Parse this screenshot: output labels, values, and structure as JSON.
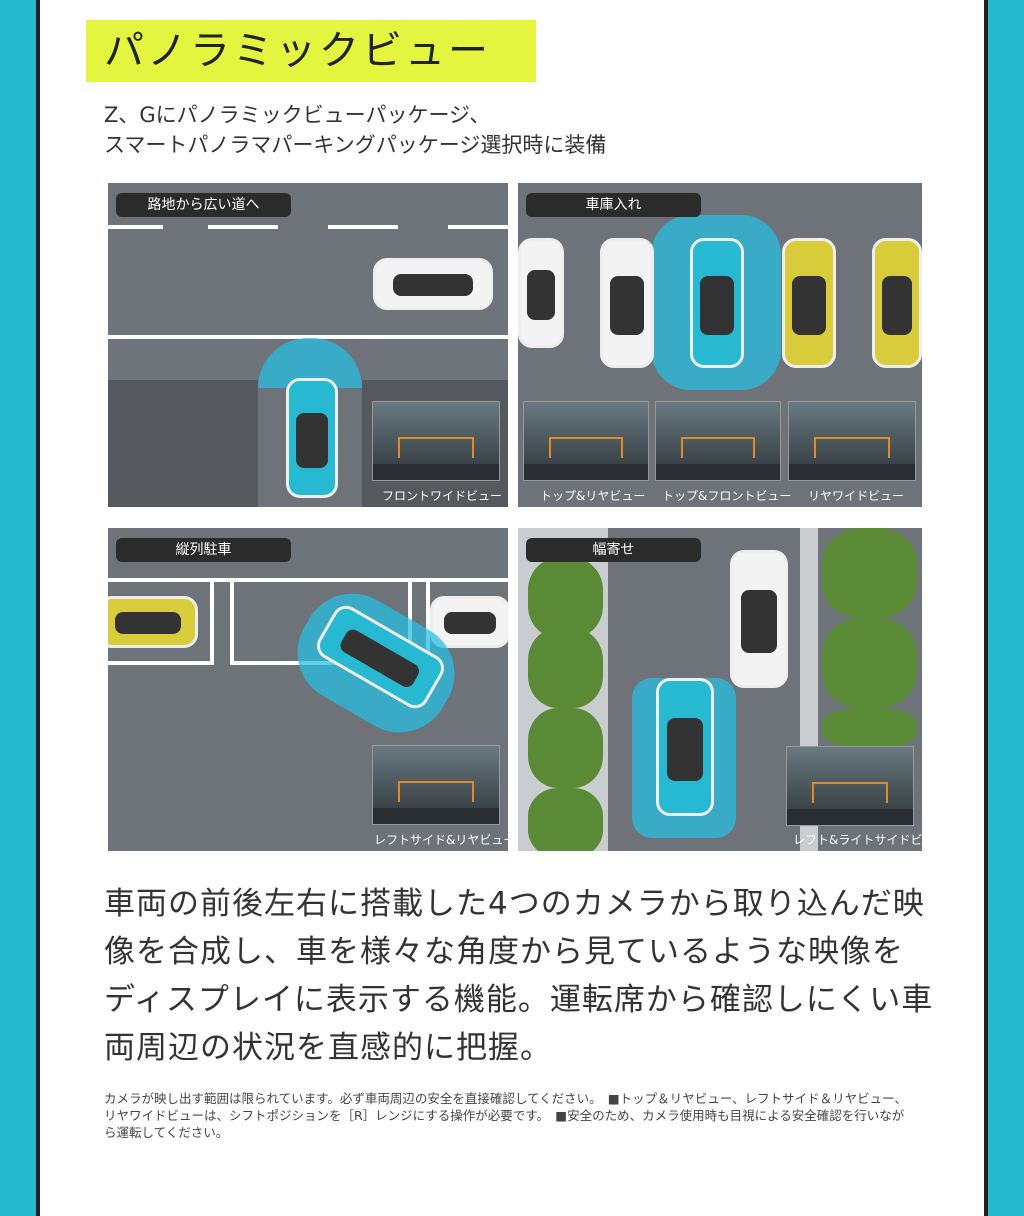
{
  "title": "パノラミックビュー",
  "subtitle": [
    "Z、Gにパノラミックビューパッケージ、",
    "スマートパノラマパーキングパッケージ選択時に装備"
  ],
  "panels": [
    {
      "label": "路地から広い道へ",
      "captions": [
        "フロントワイドビュー"
      ]
    },
    {
      "label": "車庫入れ",
      "captions": [
        "トップ&リヤビュー",
        "トップ&フロントビュー",
        "リヤワイドビュー"
      ]
    },
    {
      "label": "縦列駐車",
      "captions": [
        "レフトサイド&リヤビュー"
      ]
    },
    {
      "label": "幅寄せ",
      "captions": [
        "レフト&ライトサイドビュー"
      ]
    }
  ],
  "body": "車両の前後左右に搭載した4つのカメラから取り込んだ映像を合成し、車を様々な角度から見ているような映像をディスプレイに表示する機能。運転席から確認しにくい車両周辺の状況を直感的に把握。",
  "note": "カメラが映し出す範囲は限られています。必ず車両周辺の安全を直接確認してください。　■トップ＆リヤビュー、レフトサイド＆リヤビュー、リヤワイドビューは、シフトポジションを［R］レンジにする操作が必要です。　■安全のため、カメラ使用時も目視による安全確認を行いながら運転してください。",
  "colors": {
    "accent": "#25b9d0",
    "title_bg": "#e4f53f",
    "car_blue": "#27b8d2",
    "car_yellow": "#d8cc3a"
  }
}
